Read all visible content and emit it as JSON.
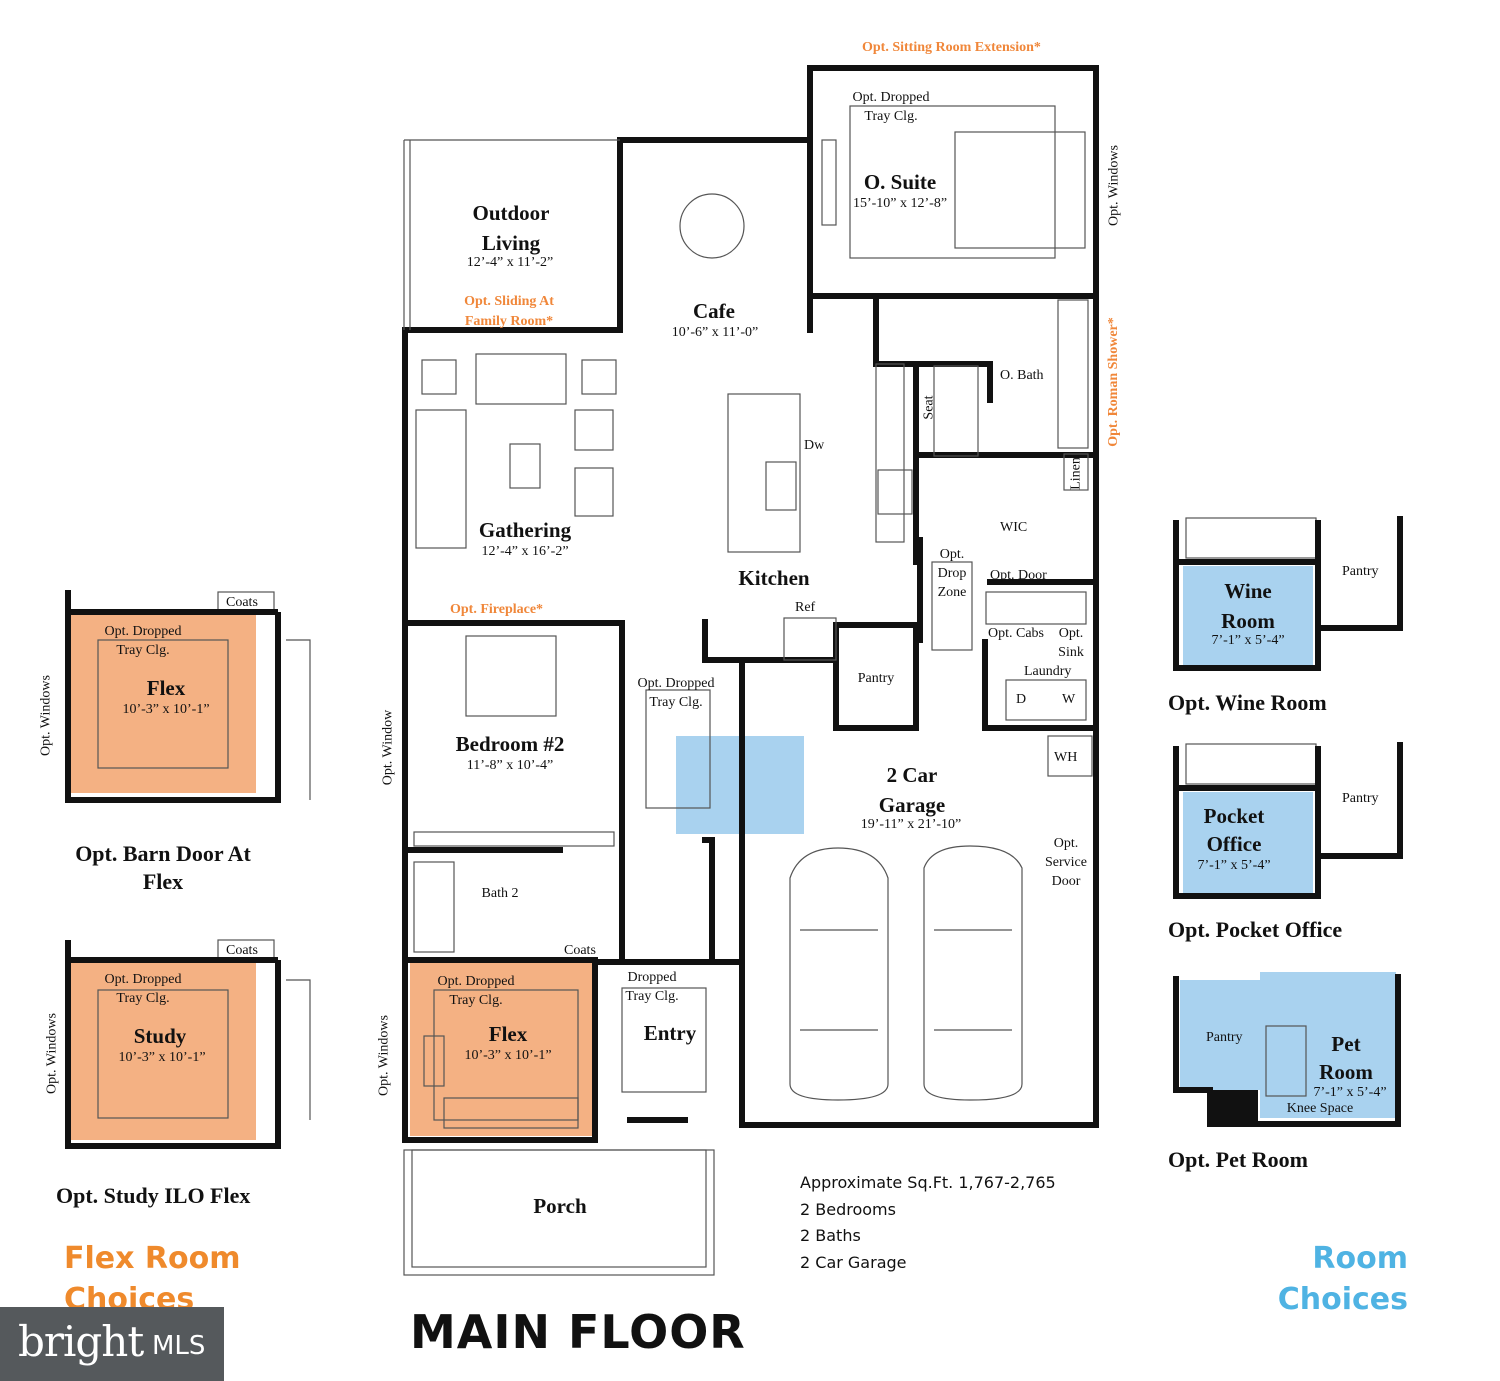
{
  "title": "MAIN FLOOR",
  "main_rooms": [
    {
      "id": "outdoor",
      "name": "Outdoor Living",
      "dim": "12’-4” x 11’-2”"
    },
    {
      "id": "cafe",
      "name": "Cafe",
      "dim": "10’-6” x 11’-0”"
    },
    {
      "id": "suite",
      "name": "O. Suite",
      "dim": "15’-10” x 12’-8”"
    },
    {
      "id": "gathering",
      "name": "Gathering",
      "dim": "12’-4” x 16’-2”"
    },
    {
      "id": "kitchen",
      "name": "Kitchen",
      "dim": ""
    },
    {
      "id": "bedroom2",
      "name": "Bedroom #2",
      "dim": "11’-8” x 10’-4”"
    },
    {
      "id": "garage",
      "name": "2 Car Garage",
      "dim": "19’-11” x 21’-10”"
    },
    {
      "id": "flex",
      "name": "Flex",
      "dim": "10’-3” x 10’-1”"
    },
    {
      "id": "entry",
      "name": "Entry",
      "dim": ""
    },
    {
      "id": "porch",
      "name": "Porch",
      "dim": ""
    }
  ],
  "notes": {
    "opt_dropped_tray": "Opt. Dropped Tray Clg.",
    "dropped_tray": "Dropped Tray Clg.",
    "o_bath": "O. Bath",
    "seat": "Seat",
    "linen": "Linen",
    "wic": "WIC",
    "opt_drop_zone": "Opt. Drop Zone",
    "opt_door": "Opt. Door",
    "opt_cabs": "Opt. Cabs",
    "opt_sink": "Opt. Sink",
    "laundry": "Laundry",
    "pantry": "Pantry",
    "dw": "Dw",
    "ref": "Ref",
    "wh": "WH",
    "d": "D",
    "w": "W",
    "opt_service_door": "Opt. Service Door",
    "bath2": "Bath 2",
    "coats": "Coats",
    "opt_window": "Opt. Window",
    "opt_windows": "Opt. Windows"
  },
  "orange_notes": {
    "sitting_ext": "Opt. Sitting Room Extension*",
    "sliding": "Opt. Sliding At Family Room*",
    "fireplace": "Opt. Fireplace*",
    "roman_shower": "Opt. Roman Shower*"
  },
  "flex_options": [
    {
      "name": "Flex",
      "dim": "10’-3” x 10’-1”",
      "caption": "Opt. Barn Door At Flex"
    },
    {
      "name": "Study",
      "dim": "10’-3” x 10’-1”",
      "caption": "Opt. Study ILO Flex"
    }
  ],
  "room_options": [
    {
      "name": "Wine Room",
      "dim": "7’-1” x 5’-4”",
      "caption": "Opt. Wine Room"
    },
    {
      "name": "Pocket Office",
      "dim": "7’-1” x 5’-4”",
      "caption": "Opt. Pocket Office"
    },
    {
      "name": "Pet Room",
      "dim": "7’-1” x 5’-4”",
      "extra": "Knee Space",
      "caption": "Opt. Pet Room"
    }
  ],
  "stats": [
    "Approximate Sq.Ft. 1,767-2,765",
    "2 Bedrooms",
    "2 Baths",
    "2 Car Garage"
  ],
  "flex_heading": "Flex Room Choices",
  "room_heading": "Room Choices",
  "logo": {
    "main": "bright",
    "suffix": "MLS"
  },
  "colors": {
    "flex_fill": "#f4b183",
    "option_fill": "#a9d2ef",
    "orange": "#f0873a",
    "blue": "#4fb3e3",
    "wall": "#111111"
  }
}
